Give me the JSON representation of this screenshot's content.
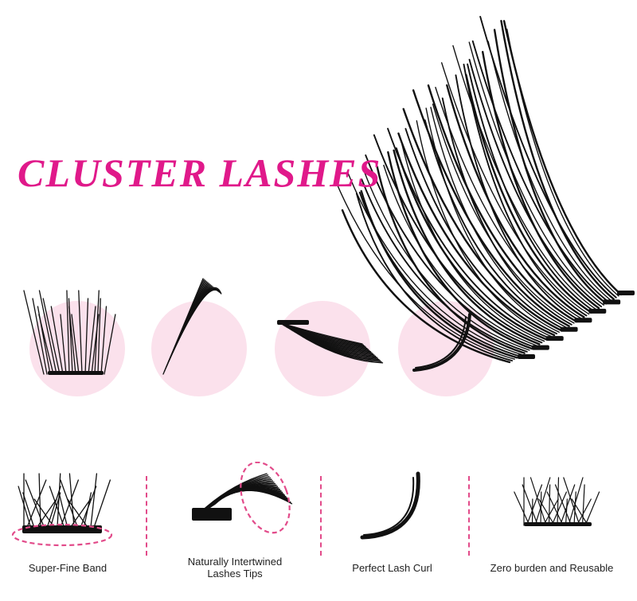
{
  "title": "CLUSTER LASHES",
  "features": [
    {
      "label": "Super-Fine Band"
    },
    {
      "label": "Naturally Intertwined\nLashes Tips"
    },
    {
      "label": "Perfect Lash Curl"
    },
    {
      "label": "Zero burden and Reusable"
    }
  ],
  "colors": {
    "title": "#e0198a",
    "circle": "#fbe1ec",
    "accent": "#e24b8a",
    "lash": "#111111"
  },
  "icons": [
    "lash-cluster-straight-icon",
    "lash-cluster-curved-icon",
    "lash-cluster-wispy-icon",
    "lash-curl-icon",
    "dashed-highlight-ellipse-icon"
  ]
}
